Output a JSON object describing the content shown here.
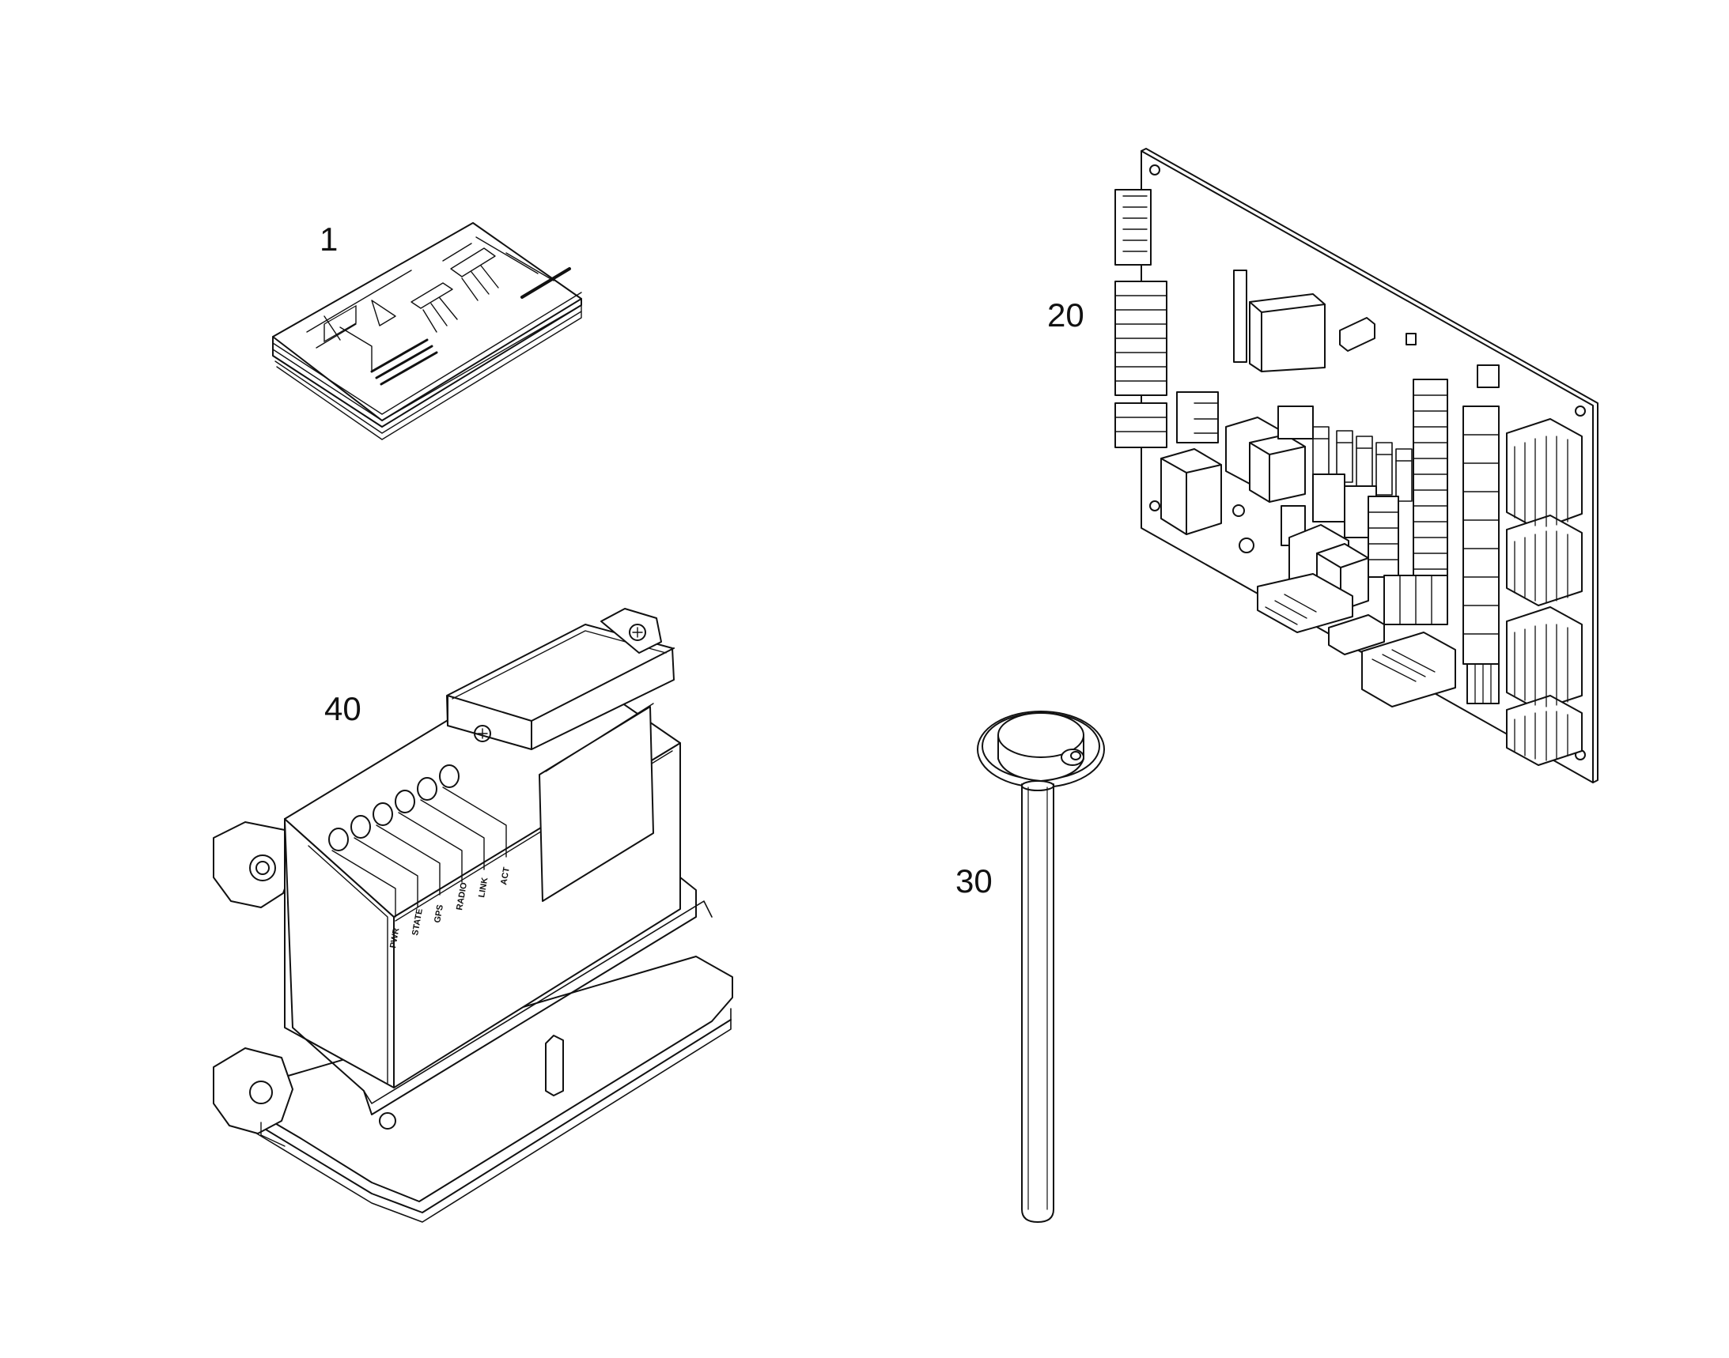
{
  "callouts": {
    "manual": "1",
    "circuit_board": "20",
    "probe": "30",
    "housing": "40"
  },
  "led_labels": [
    "PWR",
    "STATE",
    "GPS",
    "RADIO",
    "LINK",
    "ACT"
  ],
  "colors": {
    "line": "#111111",
    "background": "#ffffff"
  }
}
